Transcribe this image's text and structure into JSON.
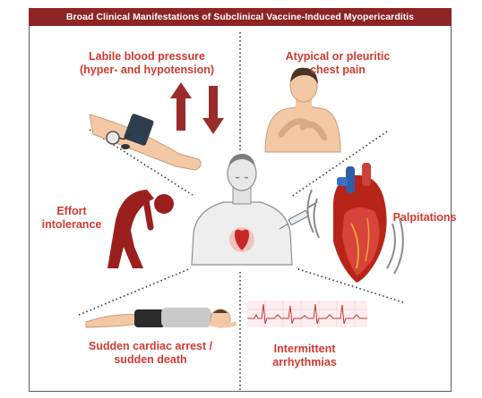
{
  "title": "Broad Clinical Manifestations of Subclinical Vaccine-Induced Myopericarditis",
  "manifestations": [
    {
      "line1": "Labile blood pressure",
      "line2": "(hyper- and hypotension)"
    },
    {
      "line1": "Atypical or pleuritic",
      "line2": "chest pain"
    },
    {
      "line1": "Effort",
      "line2": "intolerance"
    },
    {
      "line1": "Palpitations",
      "line2": ""
    },
    {
      "line1": "Sudden cardiac arrest /",
      "line2": "sudden death"
    },
    {
      "line1": "Intermittent",
      "line2": "arrhythmias"
    }
  ],
  "icons": [
    "blood-pressure-cuff-icon",
    "up-arrow-icon",
    "down-arrow-icon",
    "chest-pain-person-icon",
    "effort-intolerance-person-icon",
    "heart-icon",
    "syringe-icon",
    "collapsed-person-icon",
    "ecg-trace-icon",
    "central-patient-icon"
  ],
  "colors": {
    "banner": "#8e2424",
    "label": "#d03a32",
    "arrow": "#9a2b2b",
    "skin": "#f3c9a5"
  }
}
